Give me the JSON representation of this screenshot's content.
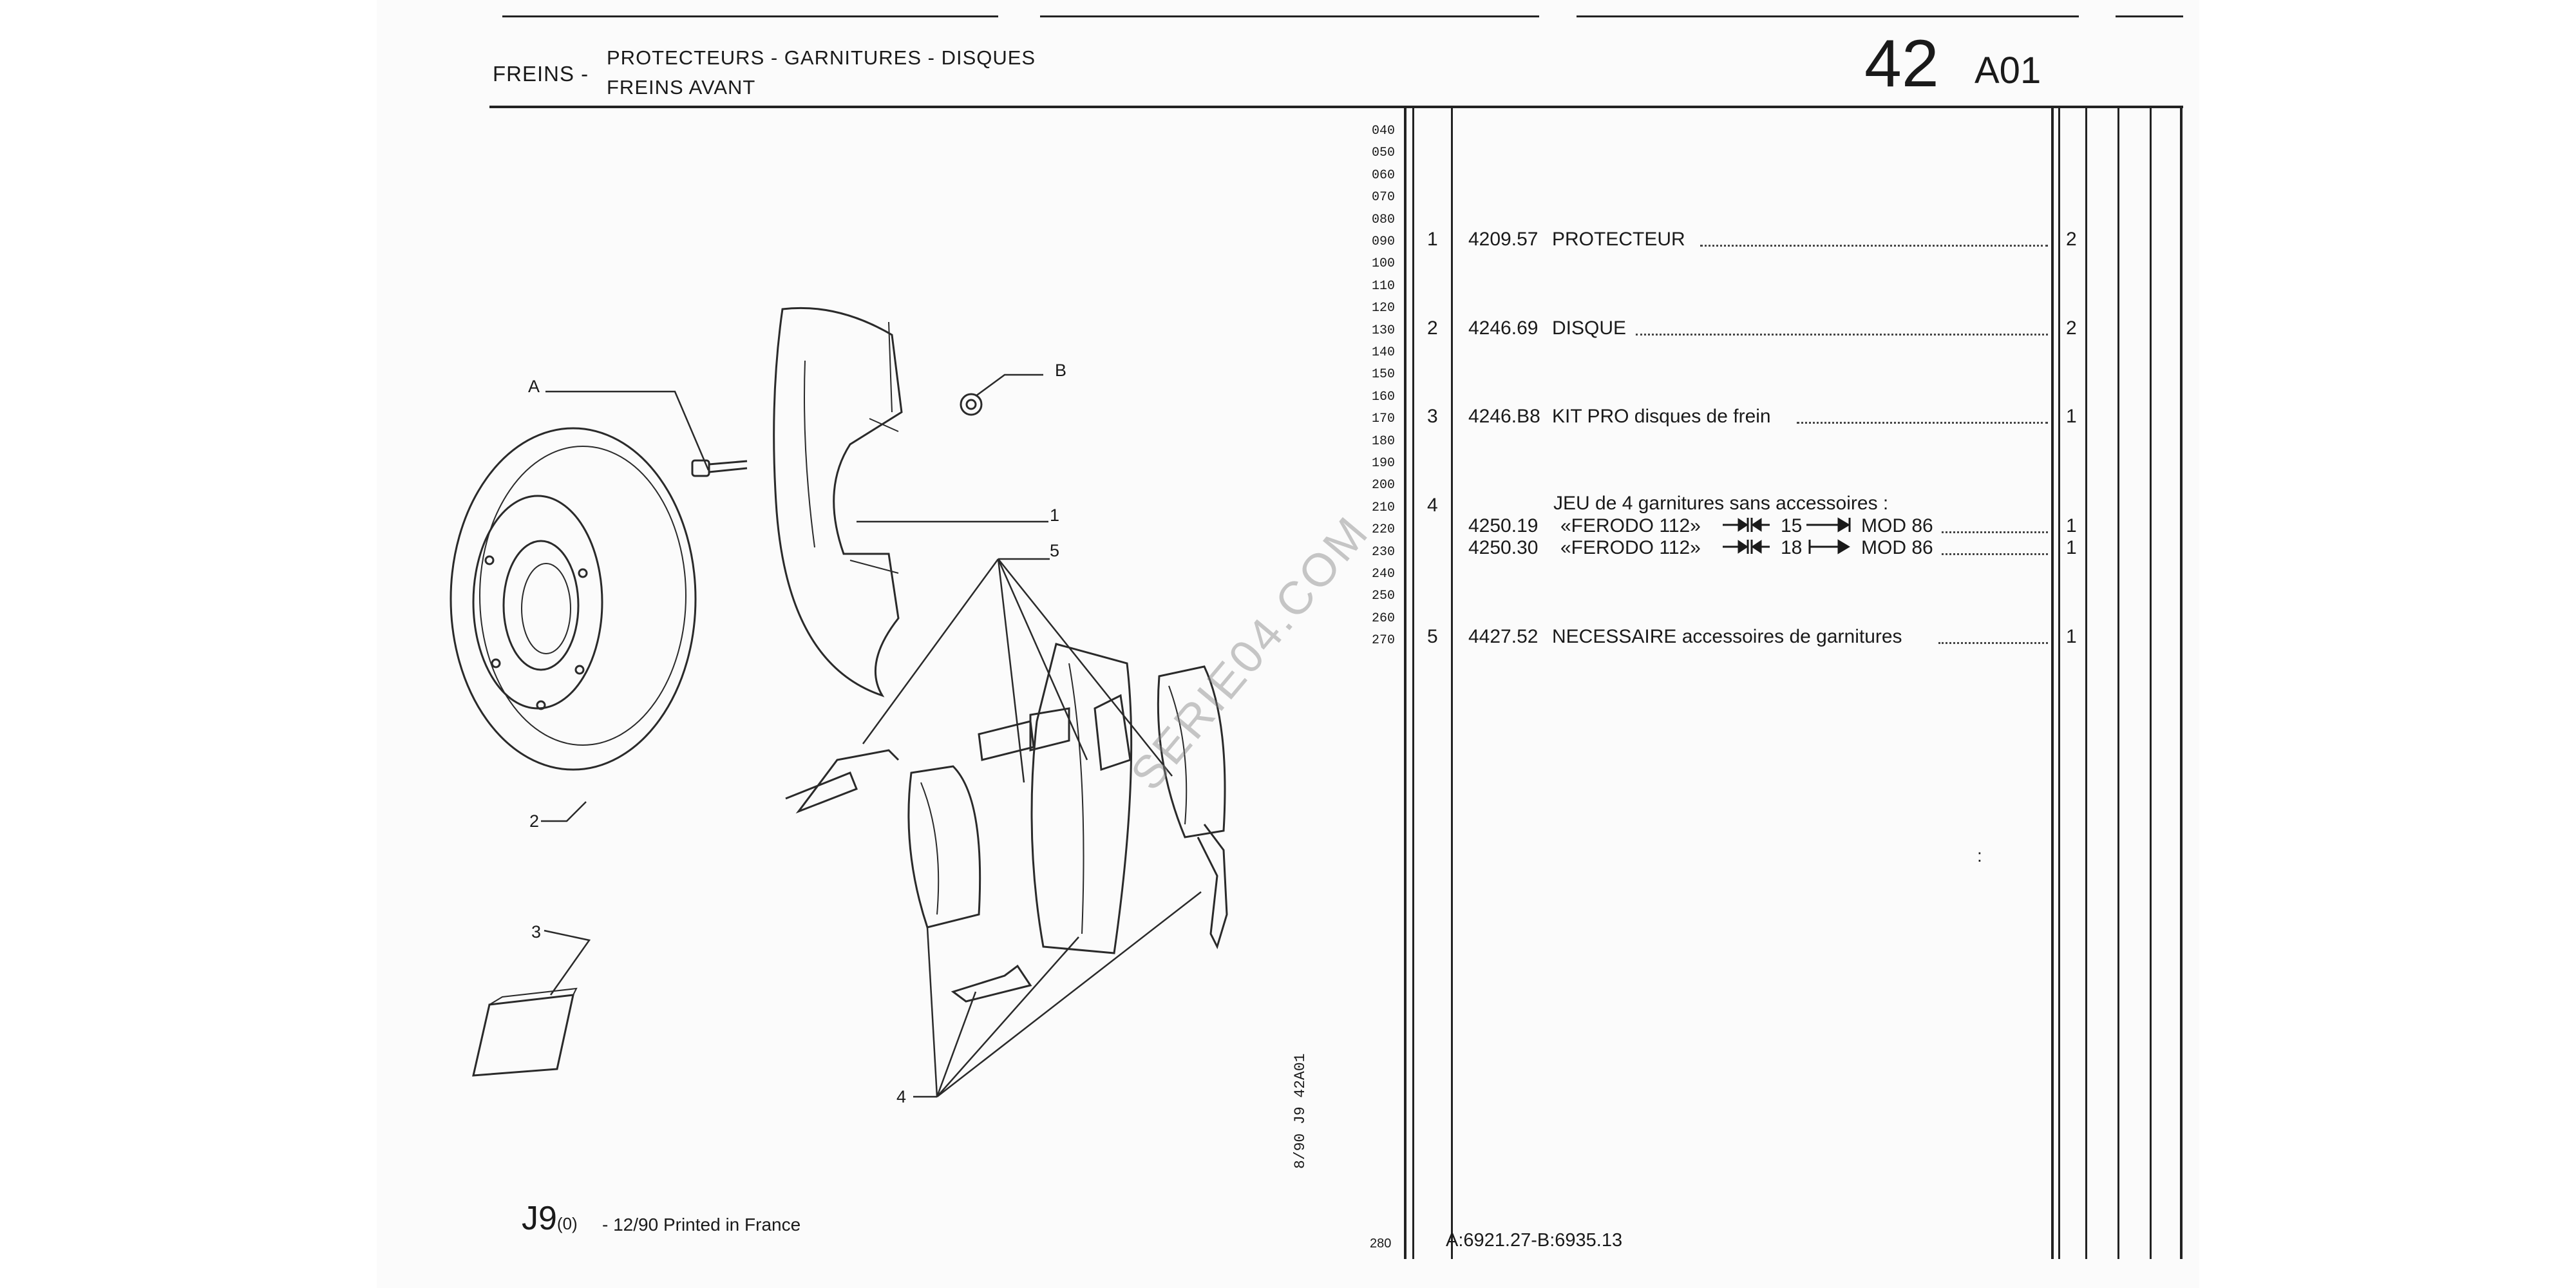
{
  "header": {
    "section": "FREINS -",
    "subtitle_line1": "PROTECTEURS - GARNITURES - DISQUES",
    "subtitle_line2": "FREINS AVANT",
    "page_number": "42",
    "page_ref": "A01"
  },
  "line_numbers": [
    "040",
    "050",
    "060",
    "070",
    "080",
    "090",
    "100",
    "110",
    "120",
    "130",
    "140",
    "150",
    "160",
    "170",
    "180",
    "190",
    "200",
    "210",
    "220",
    "230",
    "240",
    "250",
    "260",
    "270"
  ],
  "items": [
    {
      "no": "1",
      "ref": "4209.57",
      "desc": "PROTECTEUR",
      "qty": "2"
    },
    {
      "no": "2",
      "ref": "4246.69",
      "desc": "DISQUE",
      "qty": "2"
    },
    {
      "no": "3",
      "ref": "4246.B8",
      "desc": "KIT PRO disques de frein",
      "qty": "1"
    },
    {
      "no": "4",
      "heading": "JEU de 4 garnitures sans accessoires :"
    },
    {
      "ref": "4250.19",
      "desc": "«FERODO 112»",
      "spec_num": "15",
      "model": "MOD 86",
      "qty": "1"
    },
    {
      "ref": "4250.30",
      "desc": "«FERODO 112»",
      "spec_num": "18",
      "model": "MOD 86",
      "qty": "1"
    },
    {
      "no": "5",
      "ref": "4427.52",
      "desc": "NECESSAIRE accessoires de garnitures",
      "qty": "1"
    }
  ],
  "callouts": {
    "a": "A",
    "b": "B",
    "c1": "1",
    "c2": "2",
    "c3": "3",
    "c4": "4",
    "c5": "5"
  },
  "vertical_code": "8/90  J9  42A01",
  "footer": {
    "model": "J9",
    "model_suffix": "(0)",
    "printed": "- 12/90 Printed in France",
    "codes": "A:6921.27-B:6935.13",
    "last_line": "280"
  },
  "watermark": "SERIE04.COM",
  "colors": {
    "ink": "#1a1a1a",
    "paper": "#fbfbfb"
  }
}
